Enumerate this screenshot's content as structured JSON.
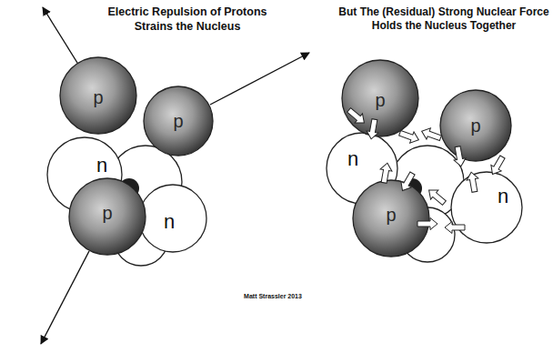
{
  "diagram": {
    "nodes": [
      {
        "text": [
          "p"
        ]
      },
      {
        "text": [
          "n"
        ]
      },
      {
        "text": [
          "p"
        ]
      },
      {
        "text": [
          "n"
        ]
      },
      {
        "text": [
          "p"
        ]
      },
      {
        "text": [
          "p"
        ]
      },
      {
        "text": [
          "n"
        ]
      },
      {
        "text": [
          "p"
        ]
      },
      {
        "text": [
          "n"
        ]
      },
      {
        "text": [
          "p"
        ]
      }
    ],
    "labels": [
      "Electric Repulsion of Protons Strains the Nucleus",
      "But The (Residual) Strong Nuclear Force Holds the Nucleus Together",
      "Matt Strassler 2013"
    ]
  }
}
